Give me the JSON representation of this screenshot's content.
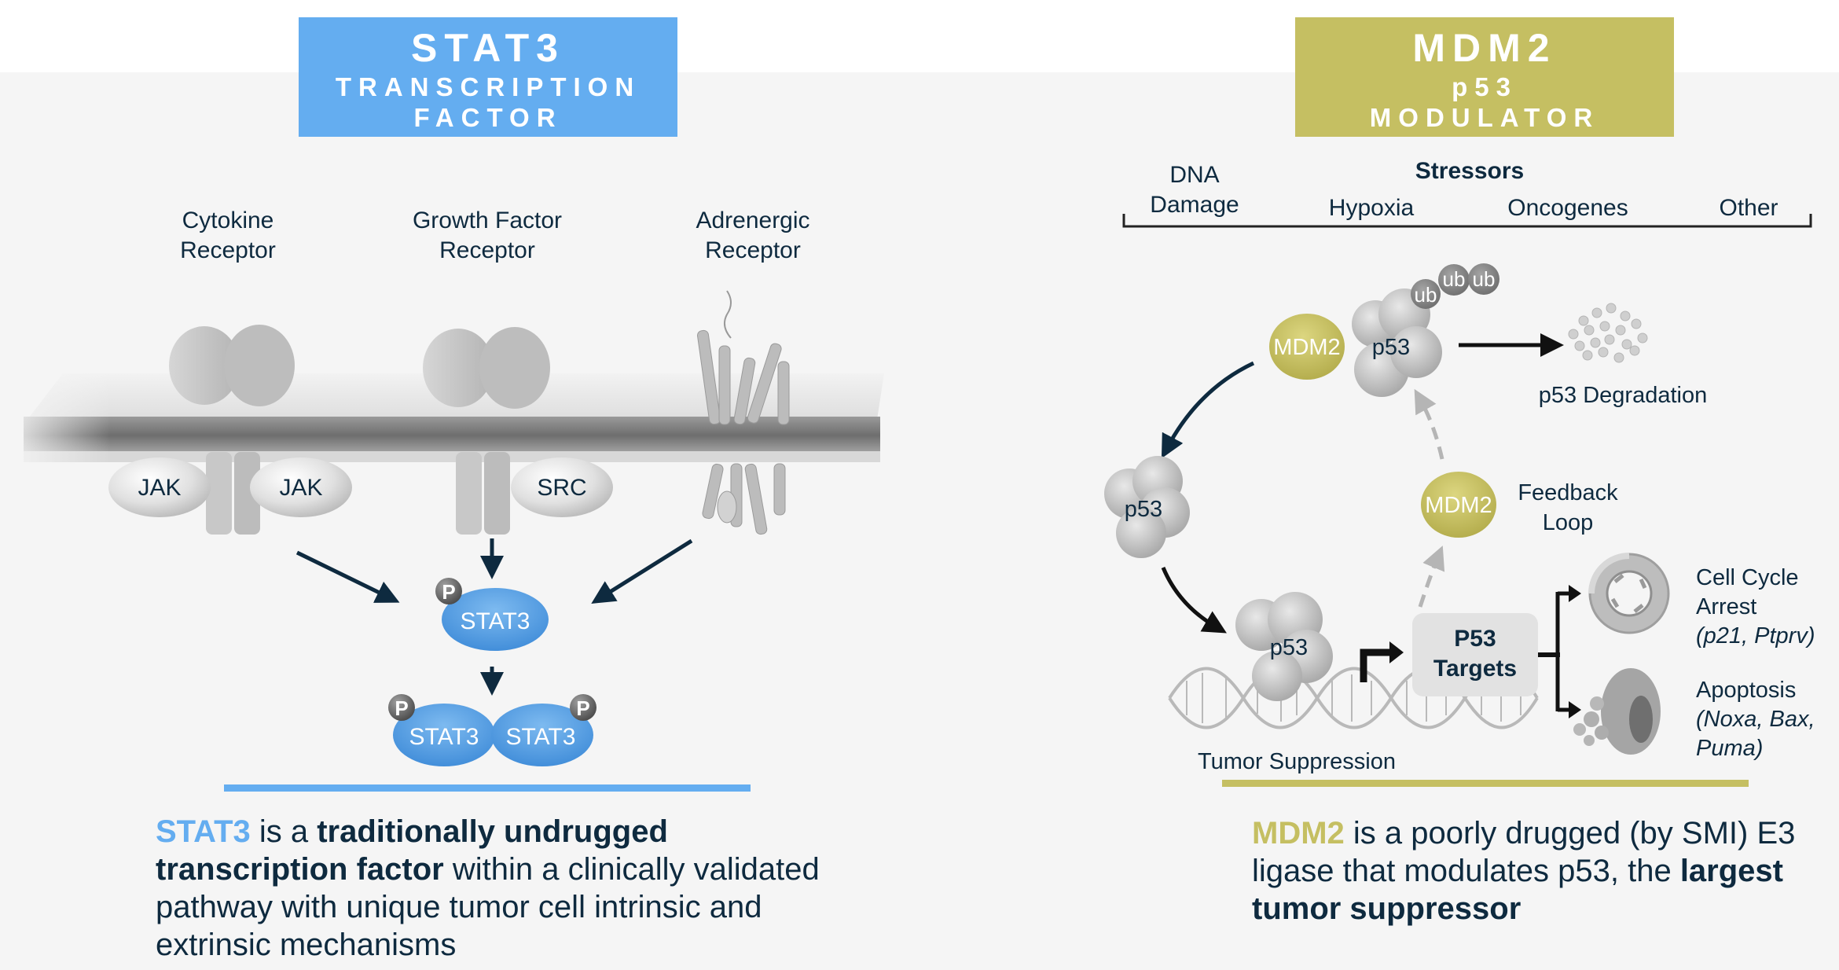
{
  "stat3_panel": {
    "header": {
      "line1": "STAT3",
      "line2": "TRANSCRIPTION",
      "line3": "FACTOR"
    },
    "receptors": [
      {
        "line1": "Cytokine",
        "line2": "Receptor"
      },
      {
        "line1": "Growth Factor",
        "line2": "Receptor"
      },
      {
        "line1": "Adrenergic",
        "line2": "Receptor"
      }
    ],
    "kinases": [
      "JAK",
      "JAK",
      "SRC"
    ],
    "phospho_label": "P",
    "stat3_monomer": "STAT3",
    "stat3_dimer": [
      "STAT3",
      "STAT3"
    ],
    "summary": {
      "highlight": "STAT3",
      "part1": " is a ",
      "bold1": "traditionally undrugged transcription factor",
      "part2": " within a clinically validated pathway with unique tumor cell intrinsic and extrinsic mechanisms"
    },
    "accent_color": "#64adf0"
  },
  "mdm2_panel": {
    "header": {
      "line1": "MDM2",
      "line2": "p53",
      "line3": "MODULATOR"
    },
    "stressors": {
      "title": "Stressors",
      "items": [
        {
          "line1": "DNA",
          "line2": "Damage"
        },
        {
          "line1": "",
          "line2": "Hypoxia"
        },
        {
          "line1": "",
          "line2": "Oncogenes"
        },
        {
          "line1": "",
          "line2": "Other"
        }
      ]
    },
    "complex": {
      "mdm2": "MDM2",
      "p53": "p53",
      "ubiquitin": [
        "ub",
        "ub",
        "ub"
      ]
    },
    "degradation_label": "p53 Degradation",
    "free_p53": "p53",
    "feedback": {
      "mdm2": "MDM2",
      "line1": "Feedback",
      "line2": "Loop"
    },
    "dna_p53": "p53",
    "tumor_suppression_label": "Tumor Suppression",
    "targets_box": {
      "line1": "P53",
      "line2": "Targets"
    },
    "outcomes": [
      {
        "line1": "Cell Cycle",
        "line2": "Arrest",
        "genes": [
          "(p21, Ptprv)"
        ]
      },
      {
        "line1": "Apoptosis",
        "line2": "",
        "genes": [
          "(Noxa, Bax,",
          "Puma)"
        ]
      }
    ],
    "summary": {
      "highlight": "MDM2",
      "part1": " is a poorly drugged (by SMI) E3 ligase that modulates p53, the ",
      "bold1": "largest tumor suppressor"
    },
    "accent_color": "#c5bf62"
  }
}
